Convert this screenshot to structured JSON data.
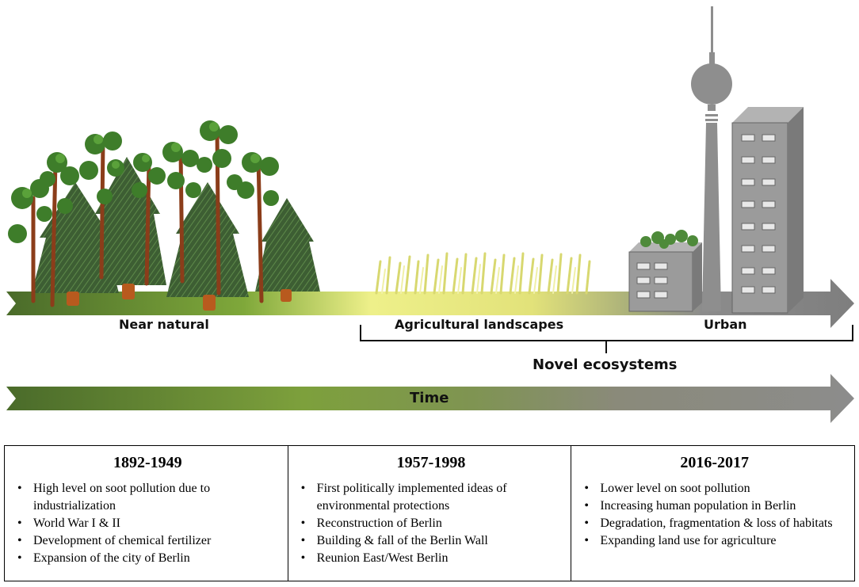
{
  "stages": {
    "near_natural": "Near natural",
    "agricultural": "Agricultural landscapes",
    "urban": "Urban",
    "novel_ecosystems": "Novel ecosystems"
  },
  "time_label": "Time",
  "colors": {
    "forest_green": "#4a6b2a",
    "grass_yellow": "#eef08a",
    "urban_gray": "#8c8c8c",
    "tree_foliage": "#3e7d2a",
    "trunk_brown": "#8b3d1a"
  },
  "periods": [
    {
      "title": "1892-1949",
      "items": [
        "High level on soot pollution due to industrialization",
        "World War I & II",
        "Development of chemical fertilizer",
        "Expansion of the city of Berlin"
      ]
    },
    {
      "title": "1957-1998",
      "items": [
        "First politically implemented ideas of environmental protections",
        "Reconstruction of Berlin",
        "Building & fall of the Berlin Wall",
        "Reunion East/West Berlin"
      ]
    },
    {
      "title": "2016-2017",
      "items": [
        "Lower level on soot pollution",
        "Increasing human population in Berlin",
        "Degradation, fragmentation & loss of habitats",
        "Expanding land use for agriculture"
      ]
    }
  ]
}
